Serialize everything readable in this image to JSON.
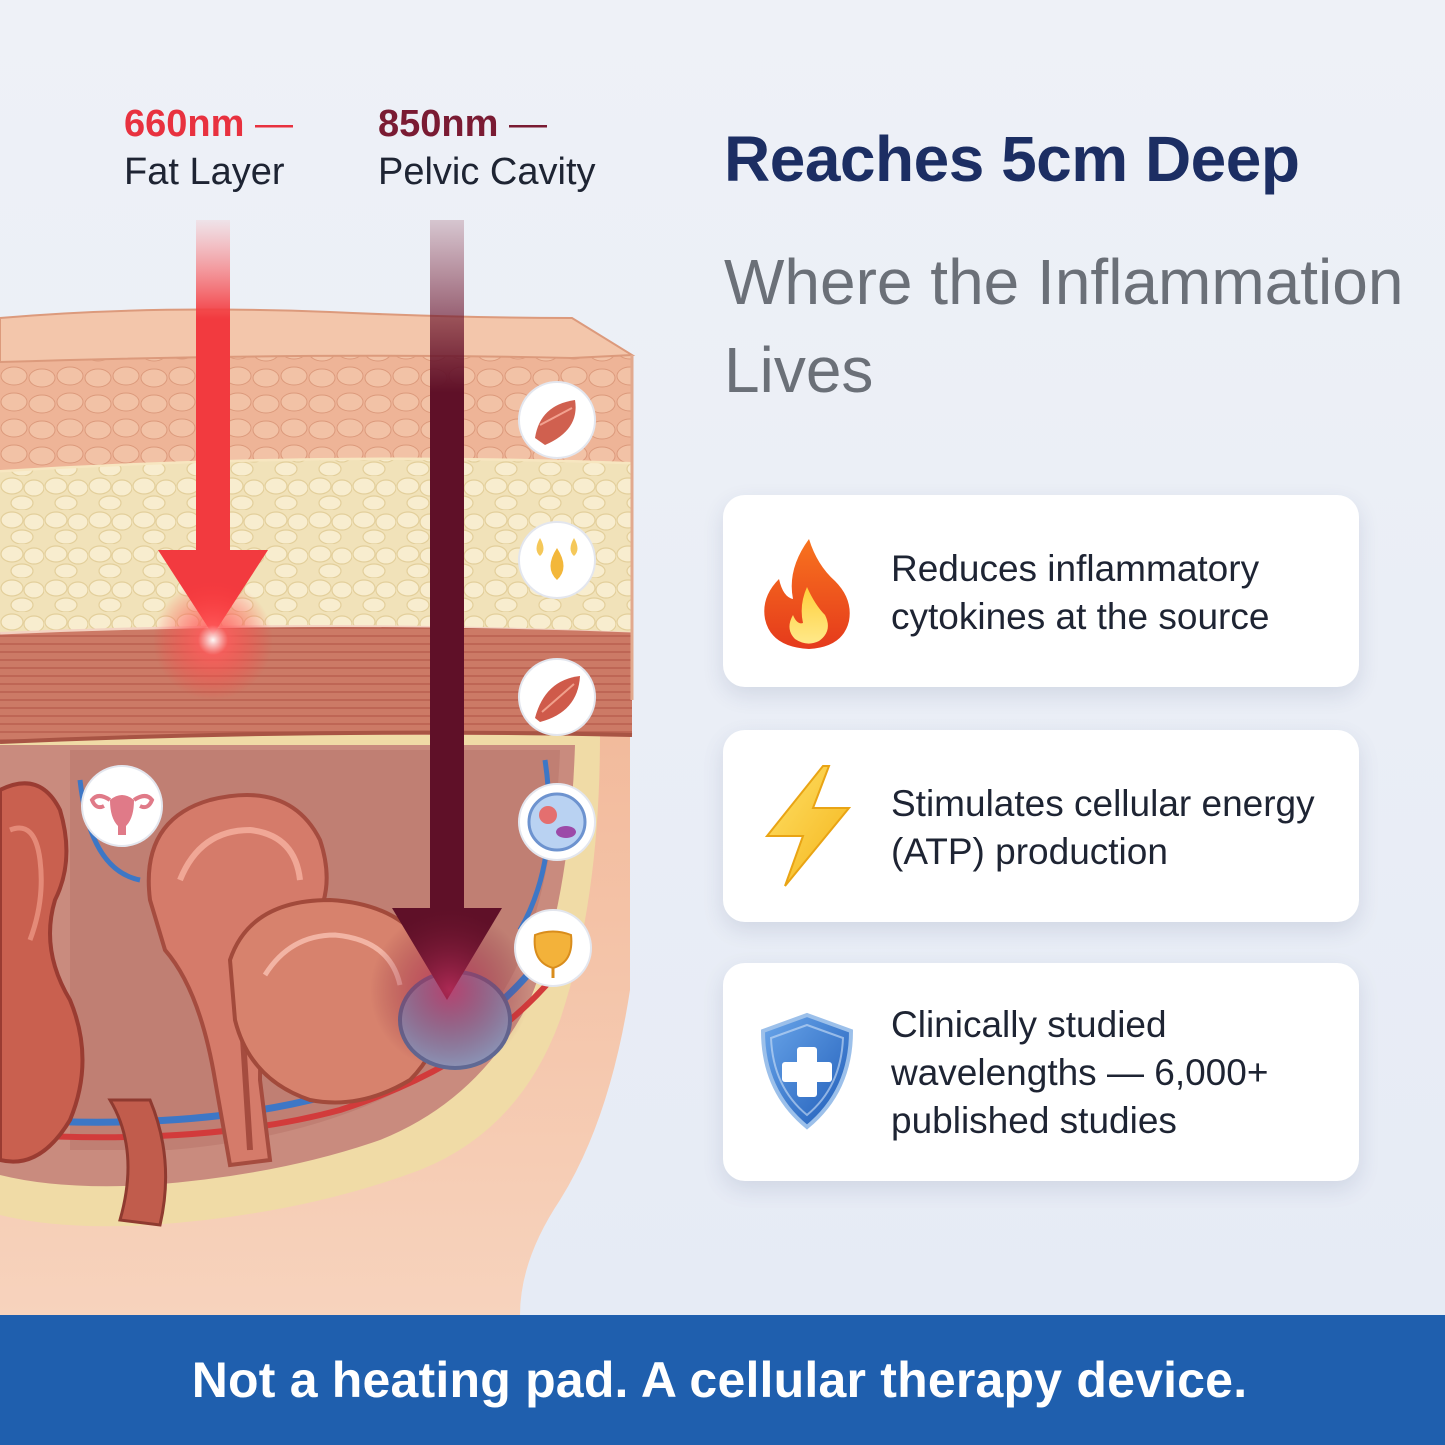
{
  "wavelengths": [
    {
      "nm": "660nm",
      "dash": "—",
      "region": "Fat Layer",
      "color": "#e8313f"
    },
    {
      "nm": "850nm",
      "dash": "—",
      "region": "Pelvic Cavity",
      "color": "#7a1b33"
    }
  ],
  "heading": {
    "title": "Reaches 5cm Deep",
    "subtitle": "Where the Inflammation Lives"
  },
  "benefits": [
    {
      "icon": "fire-icon",
      "text": "Reduces inflammatory cytokines at the source"
    },
    {
      "icon": "lightning-icon",
      "text": "Stimulates cellular energy (ATP) production"
    },
    {
      "icon": "shield-cross-icon",
      "text": "Clinically studied wavelengths — 6,000+ published studies"
    }
  ],
  "layer_badges": [
    "skin-muscle-icon",
    "fat-droplets-icon",
    "muscle-icon",
    "cell-icon",
    "bladder-icon",
    "uterus-icon"
  ],
  "footer": {
    "text": "Not a heating pad. A cellular therapy device.",
    "color": "#1f5fae"
  }
}
